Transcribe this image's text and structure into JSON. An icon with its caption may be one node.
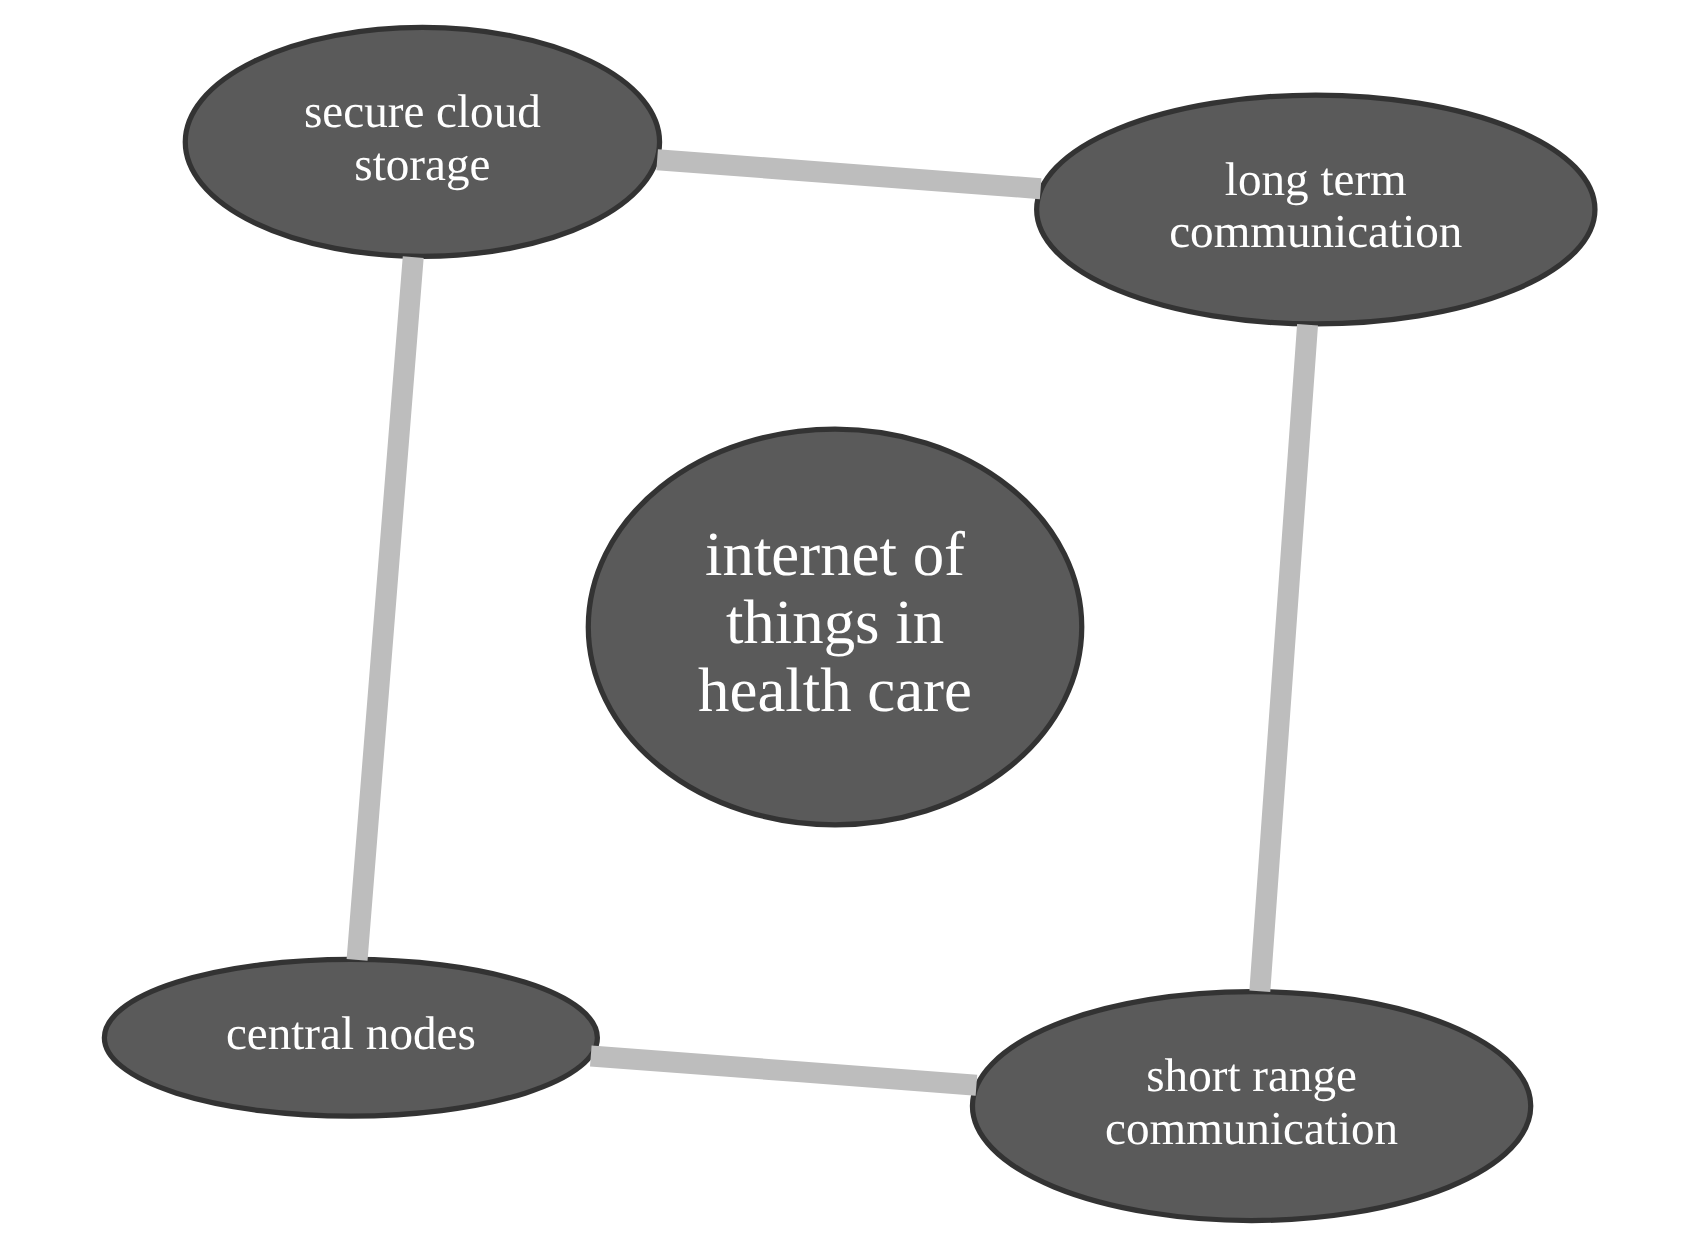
{
  "diagram": {
    "nodes": [
      {
        "text": [
          "central nodes"
        ]
      },
      {
        "text": [
          "short range communication"
        ]
      },
      {
        "text": [
          "internet of things in health care"
        ]
      },
      {
        "text": [
          "secure cloud storage"
        ]
      },
      {
        "text": [
          "long term communication"
        ]
      }
    ],
    "edges": [
      {
        "from": 0,
        "to": 3,
        "arrow": "none"
      },
      {
        "from": 3,
        "to": 4,
        "arrow": "none"
      },
      {
        "from": 4,
        "to": 1,
        "arrow": "none"
      },
      {
        "from": 1,
        "to": 0,
        "arrow": "none"
      }
    ]
  }
}
